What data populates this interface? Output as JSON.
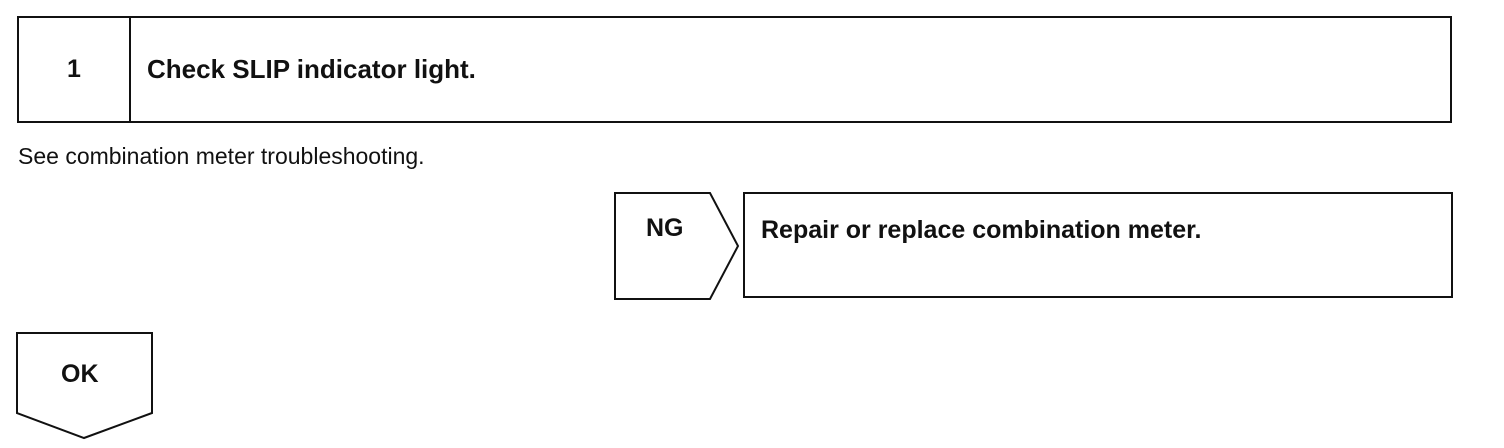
{
  "step": {
    "number": "1",
    "title": "Check SLIP indicator light."
  },
  "note": "See combination meter troubleshooting.",
  "ng_branch": {
    "label": "NG",
    "action": "Repair or replace combination meter."
  },
  "ok_branch": {
    "label": "OK"
  }
}
